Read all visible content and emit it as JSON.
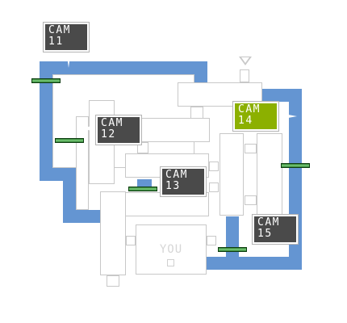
{
  "map": {
    "player_label": "YOU",
    "active_camera": "CAM 14",
    "colors": {
      "vent": "#6495d2",
      "door": "#4cae4f",
      "camera_bg": "#4a4a4a",
      "camera_active": "#8cb000",
      "room_outline": "#c8c8c8"
    }
  },
  "cameras": [
    {
      "id": "cam11",
      "word": "CAM",
      "number": "11",
      "active": false
    },
    {
      "id": "cam12",
      "word": "CAM",
      "number": "12",
      "active": false
    },
    {
      "id": "cam13",
      "word": "CAM",
      "number": "13",
      "active": false
    },
    {
      "id": "cam14",
      "word": "CAM",
      "number": "14",
      "active": true
    },
    {
      "id": "cam15",
      "word": "CAM",
      "number": "15",
      "active": false
    }
  ],
  "icons": {
    "vent_door": "vent-door-icon",
    "player": "player-marker-icon",
    "direction": "triangle-down-icon"
  }
}
